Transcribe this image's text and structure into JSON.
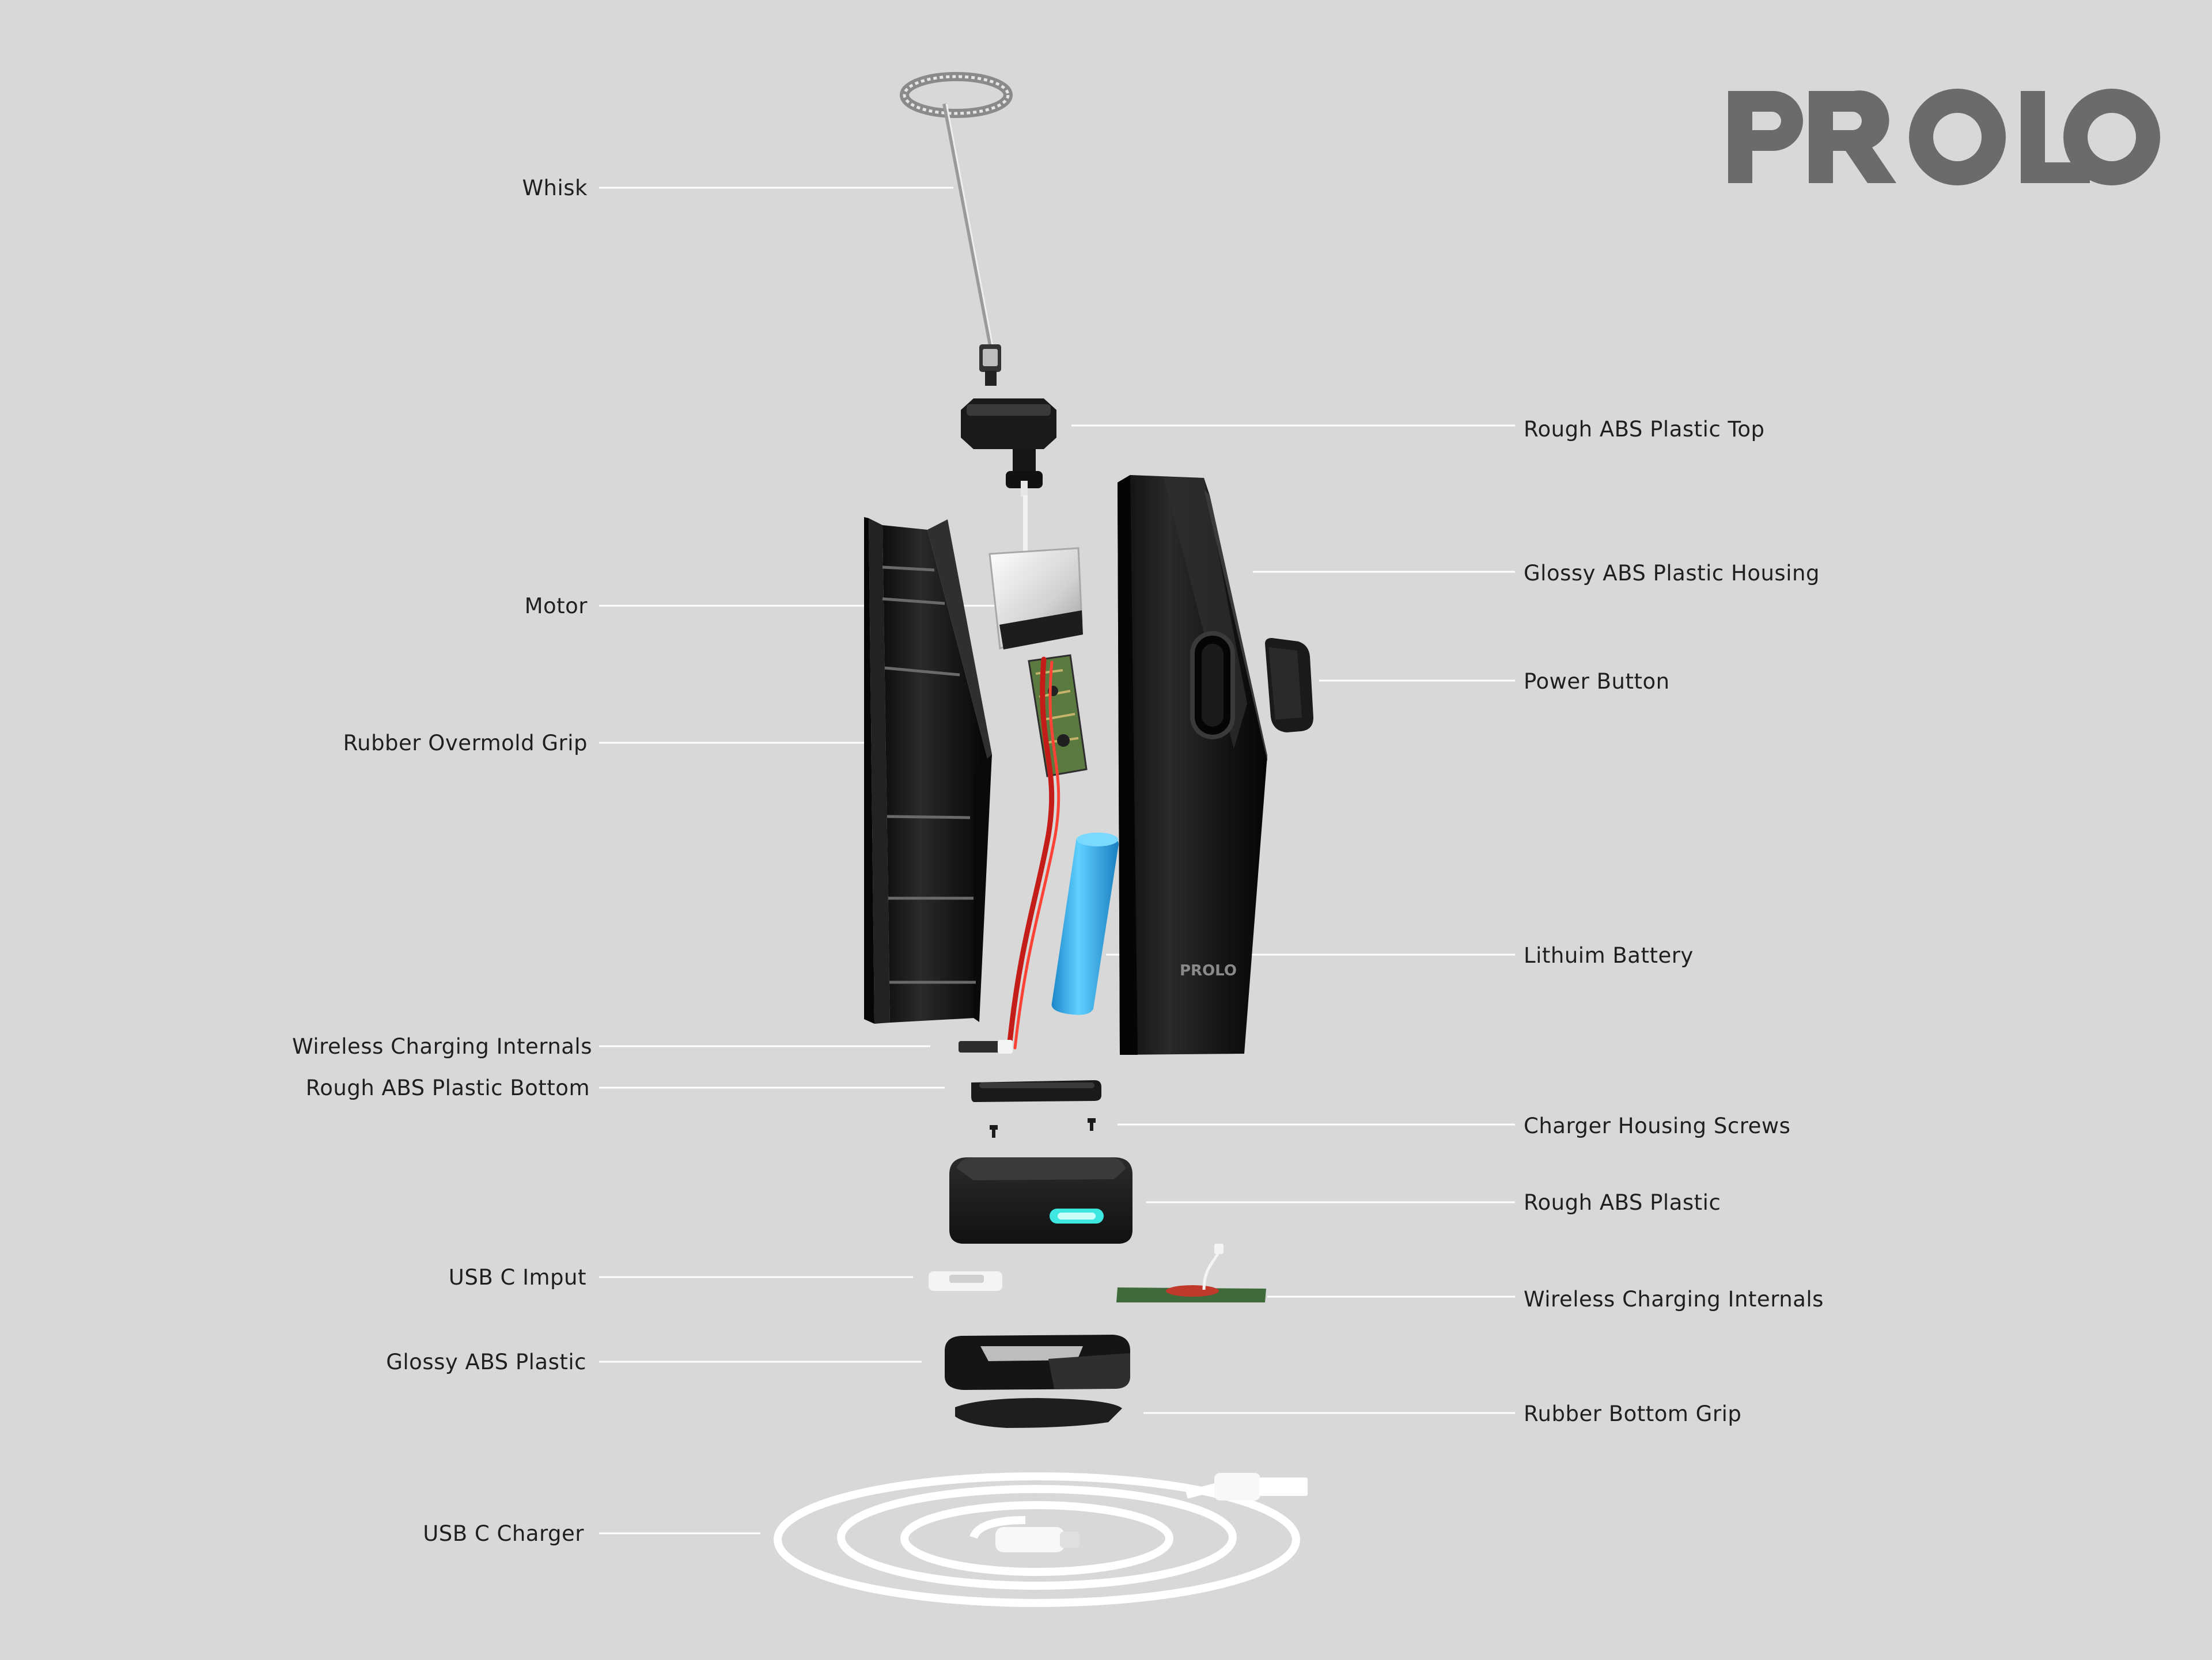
{
  "brand": {
    "logo_text": "PROLO",
    "logo_color": "#6b6b6b"
  },
  "colors": {
    "background": "#d8d8d8",
    "line": "#ffffff",
    "body_black": "#1c1c1c",
    "battery_blue": "#35b6ea",
    "led_cyan": "#3ee8e0",
    "wire_red": "#e0261f",
    "pcb_green": "#3f6a3a"
  },
  "labels_left": [
    {
      "id": "whisk",
      "text": "Whisk"
    },
    {
      "id": "motor",
      "text": "Motor"
    },
    {
      "id": "rubber-overmold-grip",
      "text": "Rubber Overmold Grip"
    },
    {
      "id": "wireless-charging-internals-top",
      "text": "Wireless Charging Internals"
    },
    {
      "id": "rough-abs-plastic-bottom",
      "text": "Rough ABS Plastic Bottom"
    },
    {
      "id": "usb-c-imput",
      "text": "USB C Imput"
    },
    {
      "id": "glossy-abs-plastic",
      "text": "Glossy ABS Plastic"
    },
    {
      "id": "usb-c-charger",
      "text": "USB C Charger"
    }
  ],
  "labels_right": [
    {
      "id": "rough-abs-plastic-top",
      "text": "Rough ABS Plastic Top"
    },
    {
      "id": "glossy-abs-plastic-housing",
      "text": "Glossy ABS Plastic Housing"
    },
    {
      "id": "power-button",
      "text": "Power Button"
    },
    {
      "id": "lithium-battery",
      "text": "Lithuim Battery"
    },
    {
      "id": "charger-housing-screws",
      "text": "Charger Housing Screws"
    },
    {
      "id": "rough-abs-plastic",
      "text": "Rough ABS Plastic"
    },
    {
      "id": "wireless-charging-internals-bottom",
      "text": "Wireless Charging Internals"
    },
    {
      "id": "rubber-bottom-grip",
      "text": "Rubber Bottom Grip"
    }
  ]
}
